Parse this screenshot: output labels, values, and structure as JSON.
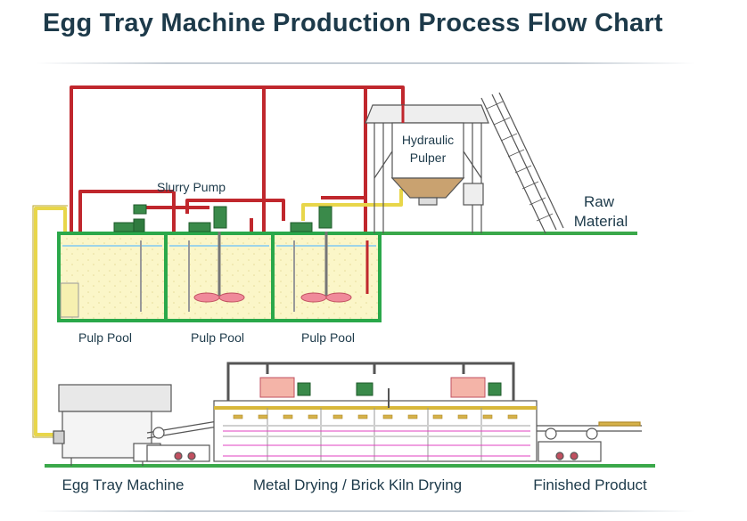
{
  "title": "Egg Tray Machine Production Process Flow Chart",
  "labels": {
    "hydraulic_pulper_line1": "Hydraulic",
    "hydraulic_pulper_line2": "Pulper",
    "slurry_pump": "Slurry Pump",
    "raw_material_line1": "Raw",
    "raw_material_line2": "Material",
    "pulp_pool_1": "Pulp Pool",
    "pulp_pool_2": "Pulp Pool",
    "pulp_pool_3": "Pulp Pool",
    "egg_tray_machine": "Egg Tray Machine",
    "drying": "Metal Drying / Brick Kiln Drying",
    "finished_product": "Finished Product"
  },
  "colors": {
    "title": "#1d3a4a",
    "pipe_red": "#c0272d",
    "pipe_yellow": "#e8d64a",
    "pool_green": "#2aa84a",
    "pool_fill": "#fbf6c8",
    "ground_green": "#3aa84a",
    "outline_gray": "#555555"
  }
}
